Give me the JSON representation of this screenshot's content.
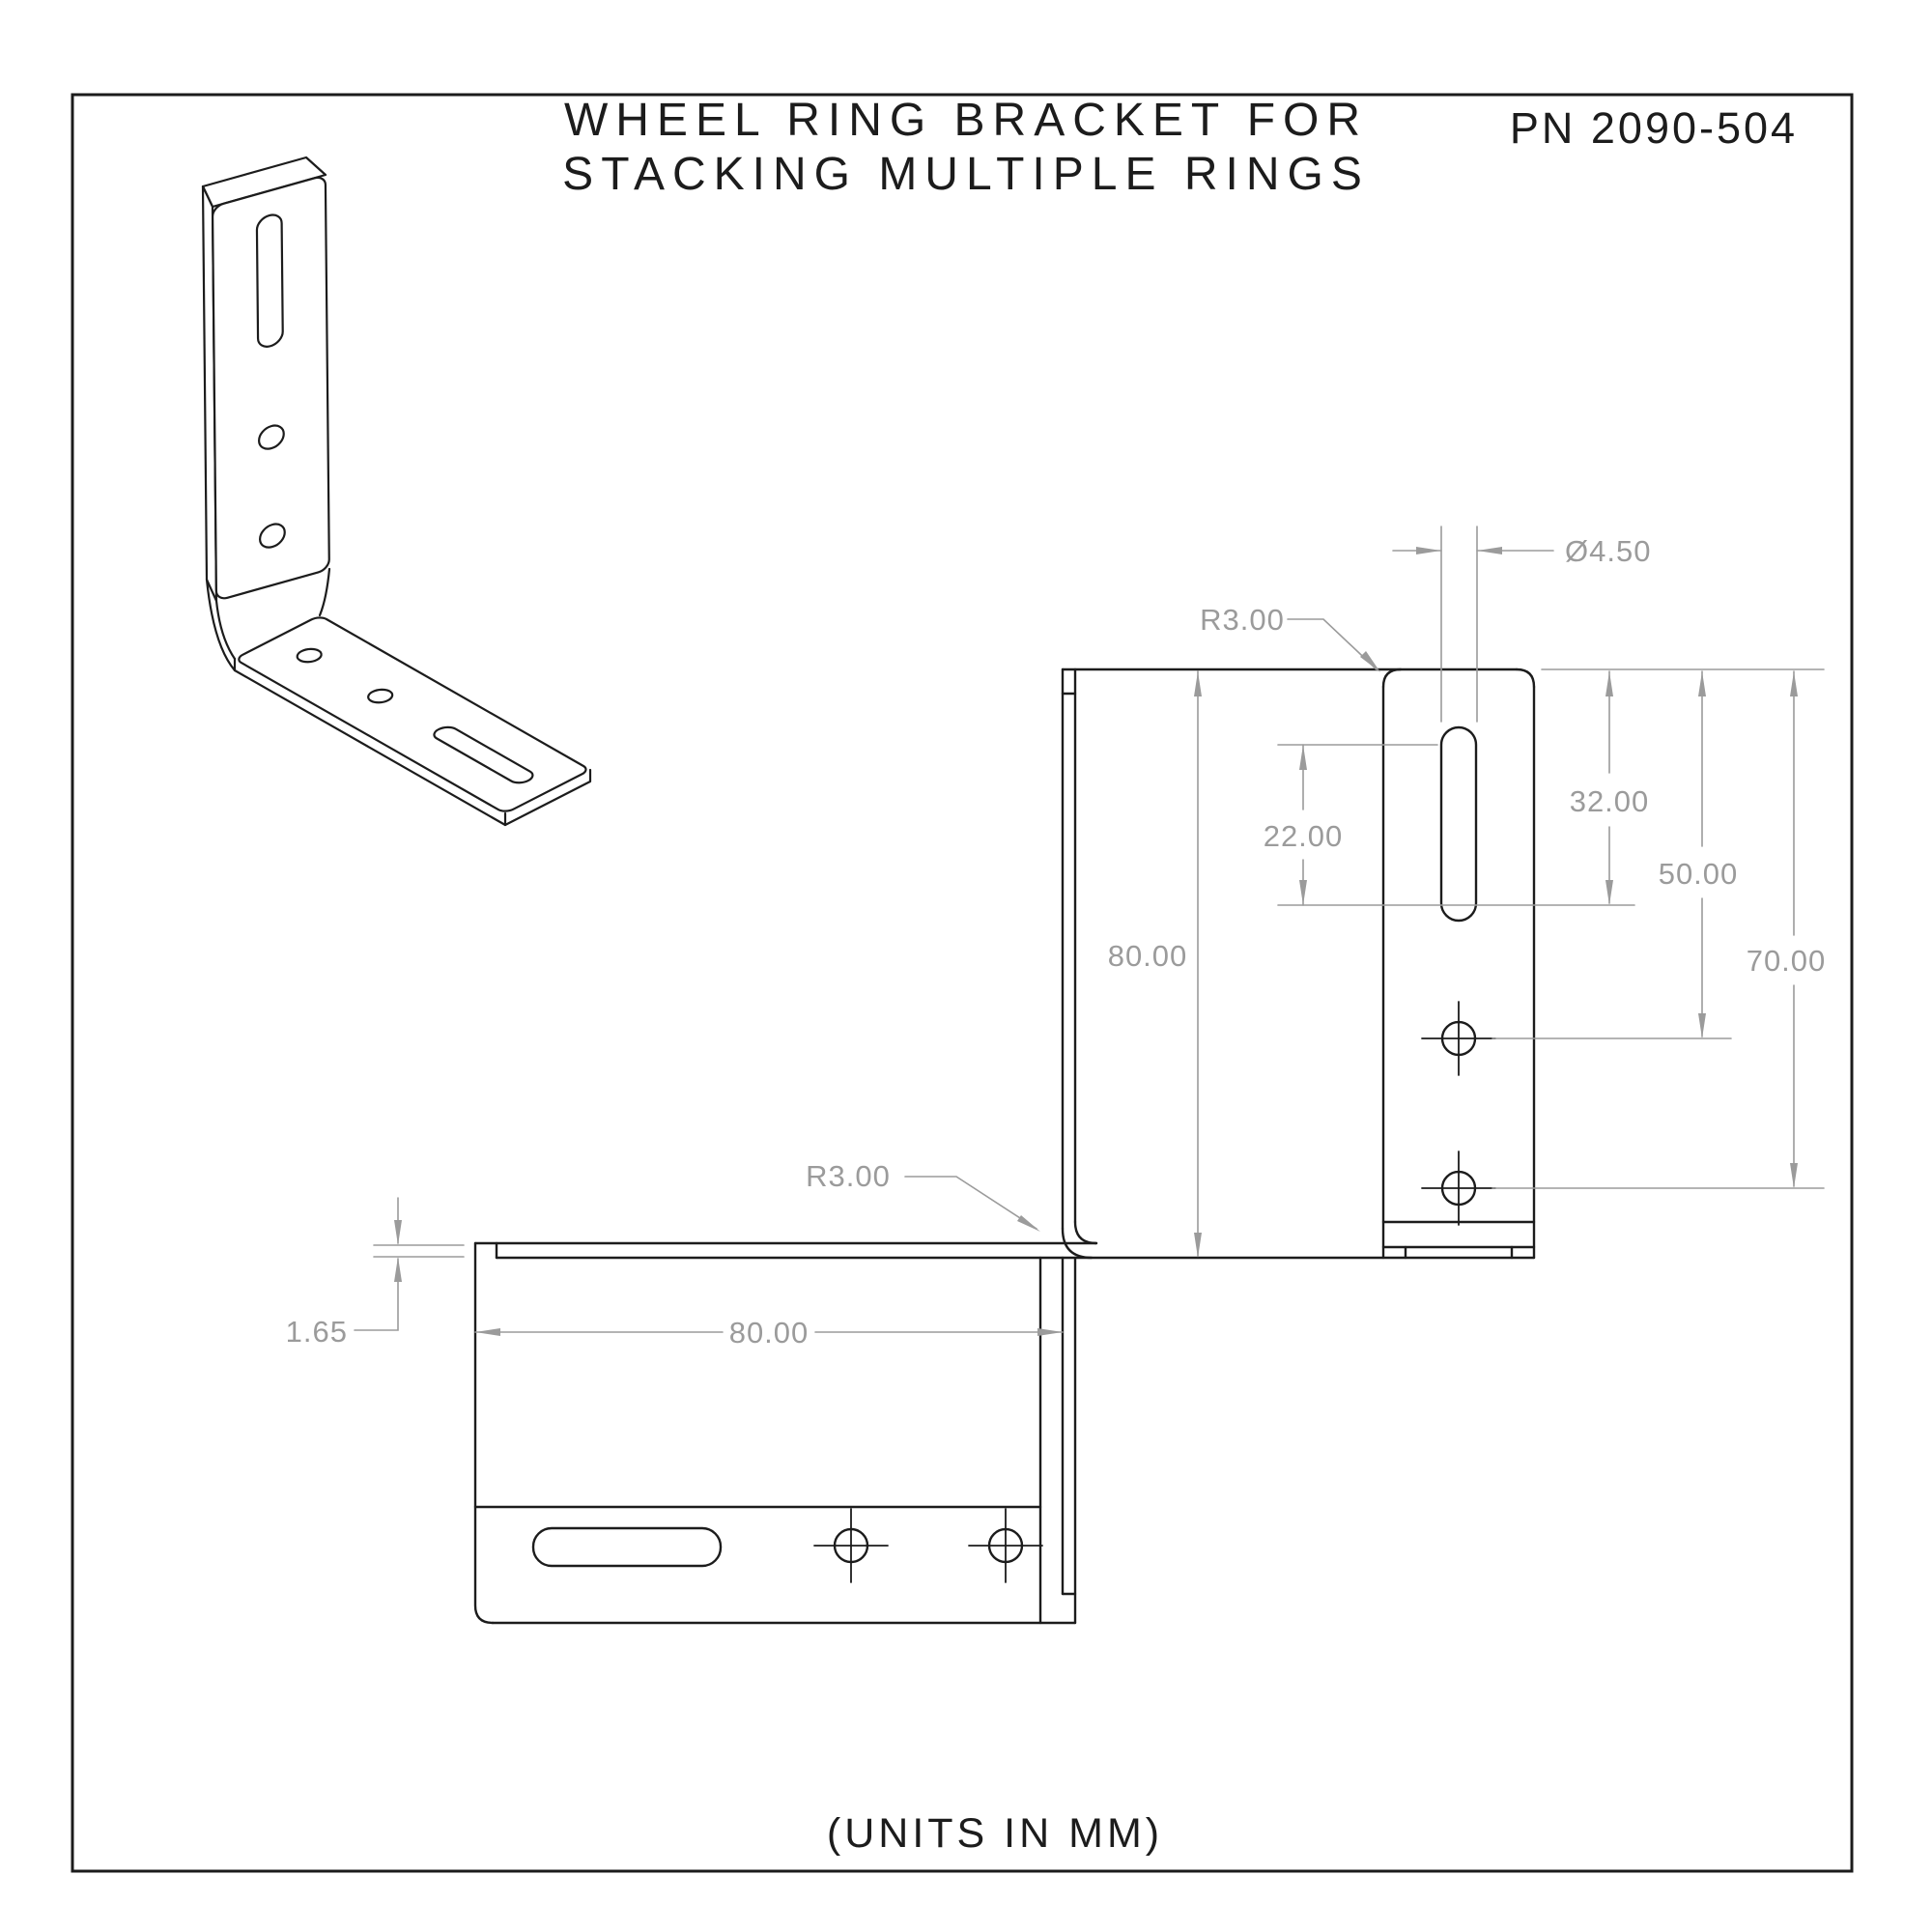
{
  "drawing": {
    "title_line1": "WHEEL RING BRACKET FOR",
    "title_line2": "STACKING MULTIPLE RINGS",
    "part_number": "PN 2090-504",
    "units_note": "(UNITS IN MM)"
  },
  "dimensions": {
    "hole_diameter": "Ø4.50",
    "flange_corner_radius": "R3.00",
    "slot_length": "22.00",
    "slot_bottom_from_top": "32.00",
    "upper_hole_from_top": "50.00",
    "lower_hole_from_top": "70.00",
    "vertical_leg_length": "80.00",
    "bend_radius": "R3.00",
    "sheet_thickness": "1.65",
    "horizontal_leg_length": "80.00"
  },
  "colors": {
    "line_color": "#1c1c1c",
    "dimension_color": "#9b9b9b",
    "background": "#ffffff"
  }
}
